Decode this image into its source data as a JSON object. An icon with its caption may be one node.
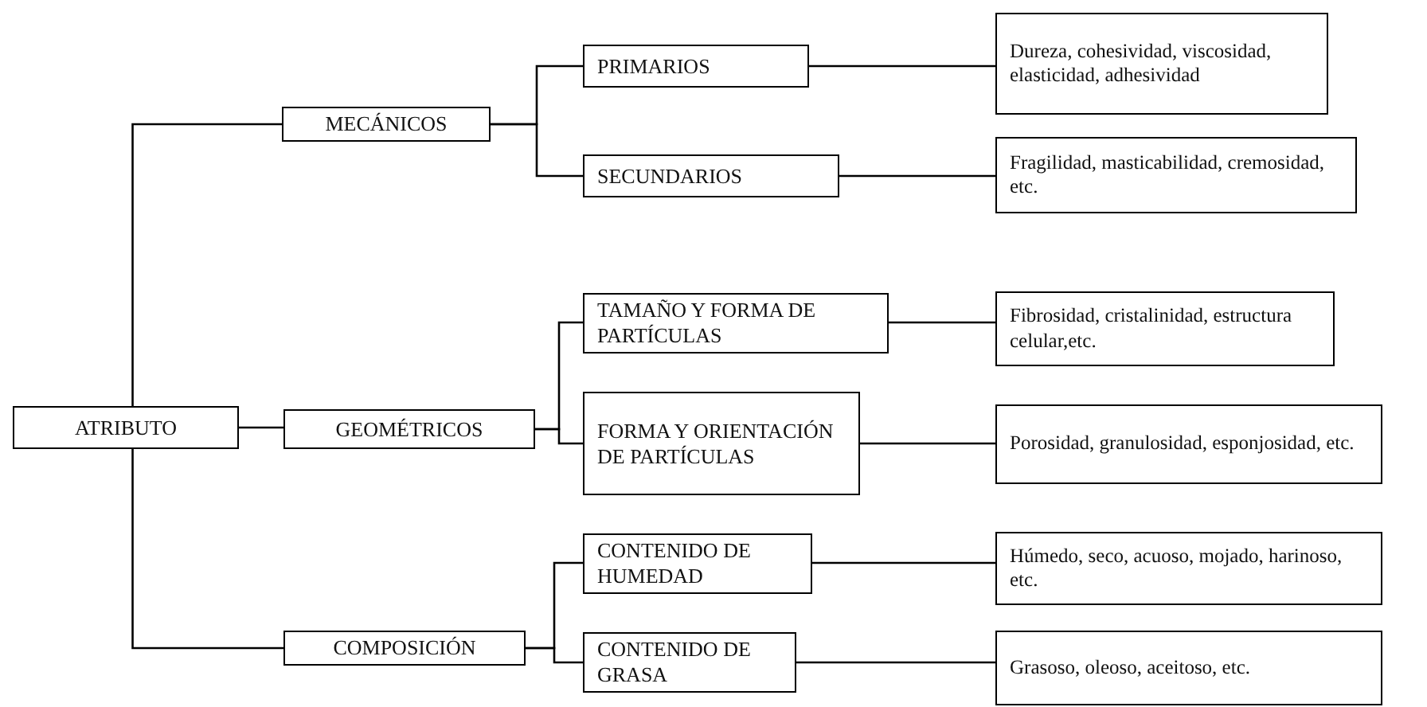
{
  "diagram": {
    "nodes": [
      {
        "text": [
          "ATRIBUTO"
        ]
      },
      {
        "text": [
          "MECÁNICOS"
        ]
      },
      {
        "text": [
          "GEOMÉTRICOS"
        ]
      },
      {
        "text": [
          "COMPOSICIÓN"
        ]
      },
      {
        "text": [
          "PRIMARIOS"
        ]
      },
      {
        "text": [
          "SECUNDARIOS"
        ]
      },
      {
        "text": [
          "TAMAÑO Y FORMA DE PARTÍCULAS"
        ]
      },
      {
        "text": [
          "FORMA Y ORIENTACIÓN DE PARTÍCULAS"
        ]
      },
      {
        "text": [
          "CONTENIDO DE HUMEDAD"
        ]
      },
      {
        "text": [
          "CONTENIDO DE GRASA"
        ]
      },
      {
        "text": [
          "Dureza, cohesividad, viscosidad, elasticidad, adhesividad"
        ]
      },
      {
        "text": [
          "Fragilidad, masticabilidad, cremosidad, etc."
        ]
      },
      {
        "text": [
          "Fibrosidad, cristalinidad, estructura celular,etc."
        ]
      },
      {
        "text": [
          "Porosidad, granulosidad, esponjosidad, etc."
        ]
      },
      {
        "text": [
          "Húmedo, seco, acuoso, mojado, harinoso, etc."
        ]
      },
      {
        "text": [
          "Grasoso, oleoso, aceitoso, etc."
        ]
      }
    ],
    "edges": [
      {
        "from": 0,
        "to": 1,
        "arrow": "none"
      },
      {
        "from": 0,
        "to": 2,
        "arrow": "none"
      },
      {
        "from": 0,
        "to": 3,
        "arrow": "none"
      },
      {
        "from": 1,
        "to": 4,
        "arrow": "none"
      },
      {
        "from": 1,
        "to": 5,
        "arrow": "none"
      },
      {
        "from": 2,
        "to": 6,
        "arrow": "none"
      },
      {
        "from": 2,
        "to": 7,
        "arrow": "none"
      },
      {
        "from": 3,
        "to": 8,
        "arrow": "none"
      },
      {
        "from": 3,
        "to": 9,
        "arrow": "none"
      },
      {
        "from": 4,
        "to": 10,
        "arrow": "none"
      },
      {
        "from": 5,
        "to": 11,
        "arrow": "none"
      },
      {
        "from": 6,
        "to": 12,
        "arrow": "none"
      },
      {
        "from": 7,
        "to": 13,
        "arrow": "none"
      },
      {
        "from": 8,
        "to": 14,
        "arrow": "none"
      },
      {
        "from": 9,
        "to": 15,
        "arrow": "none"
      }
    ]
  }
}
